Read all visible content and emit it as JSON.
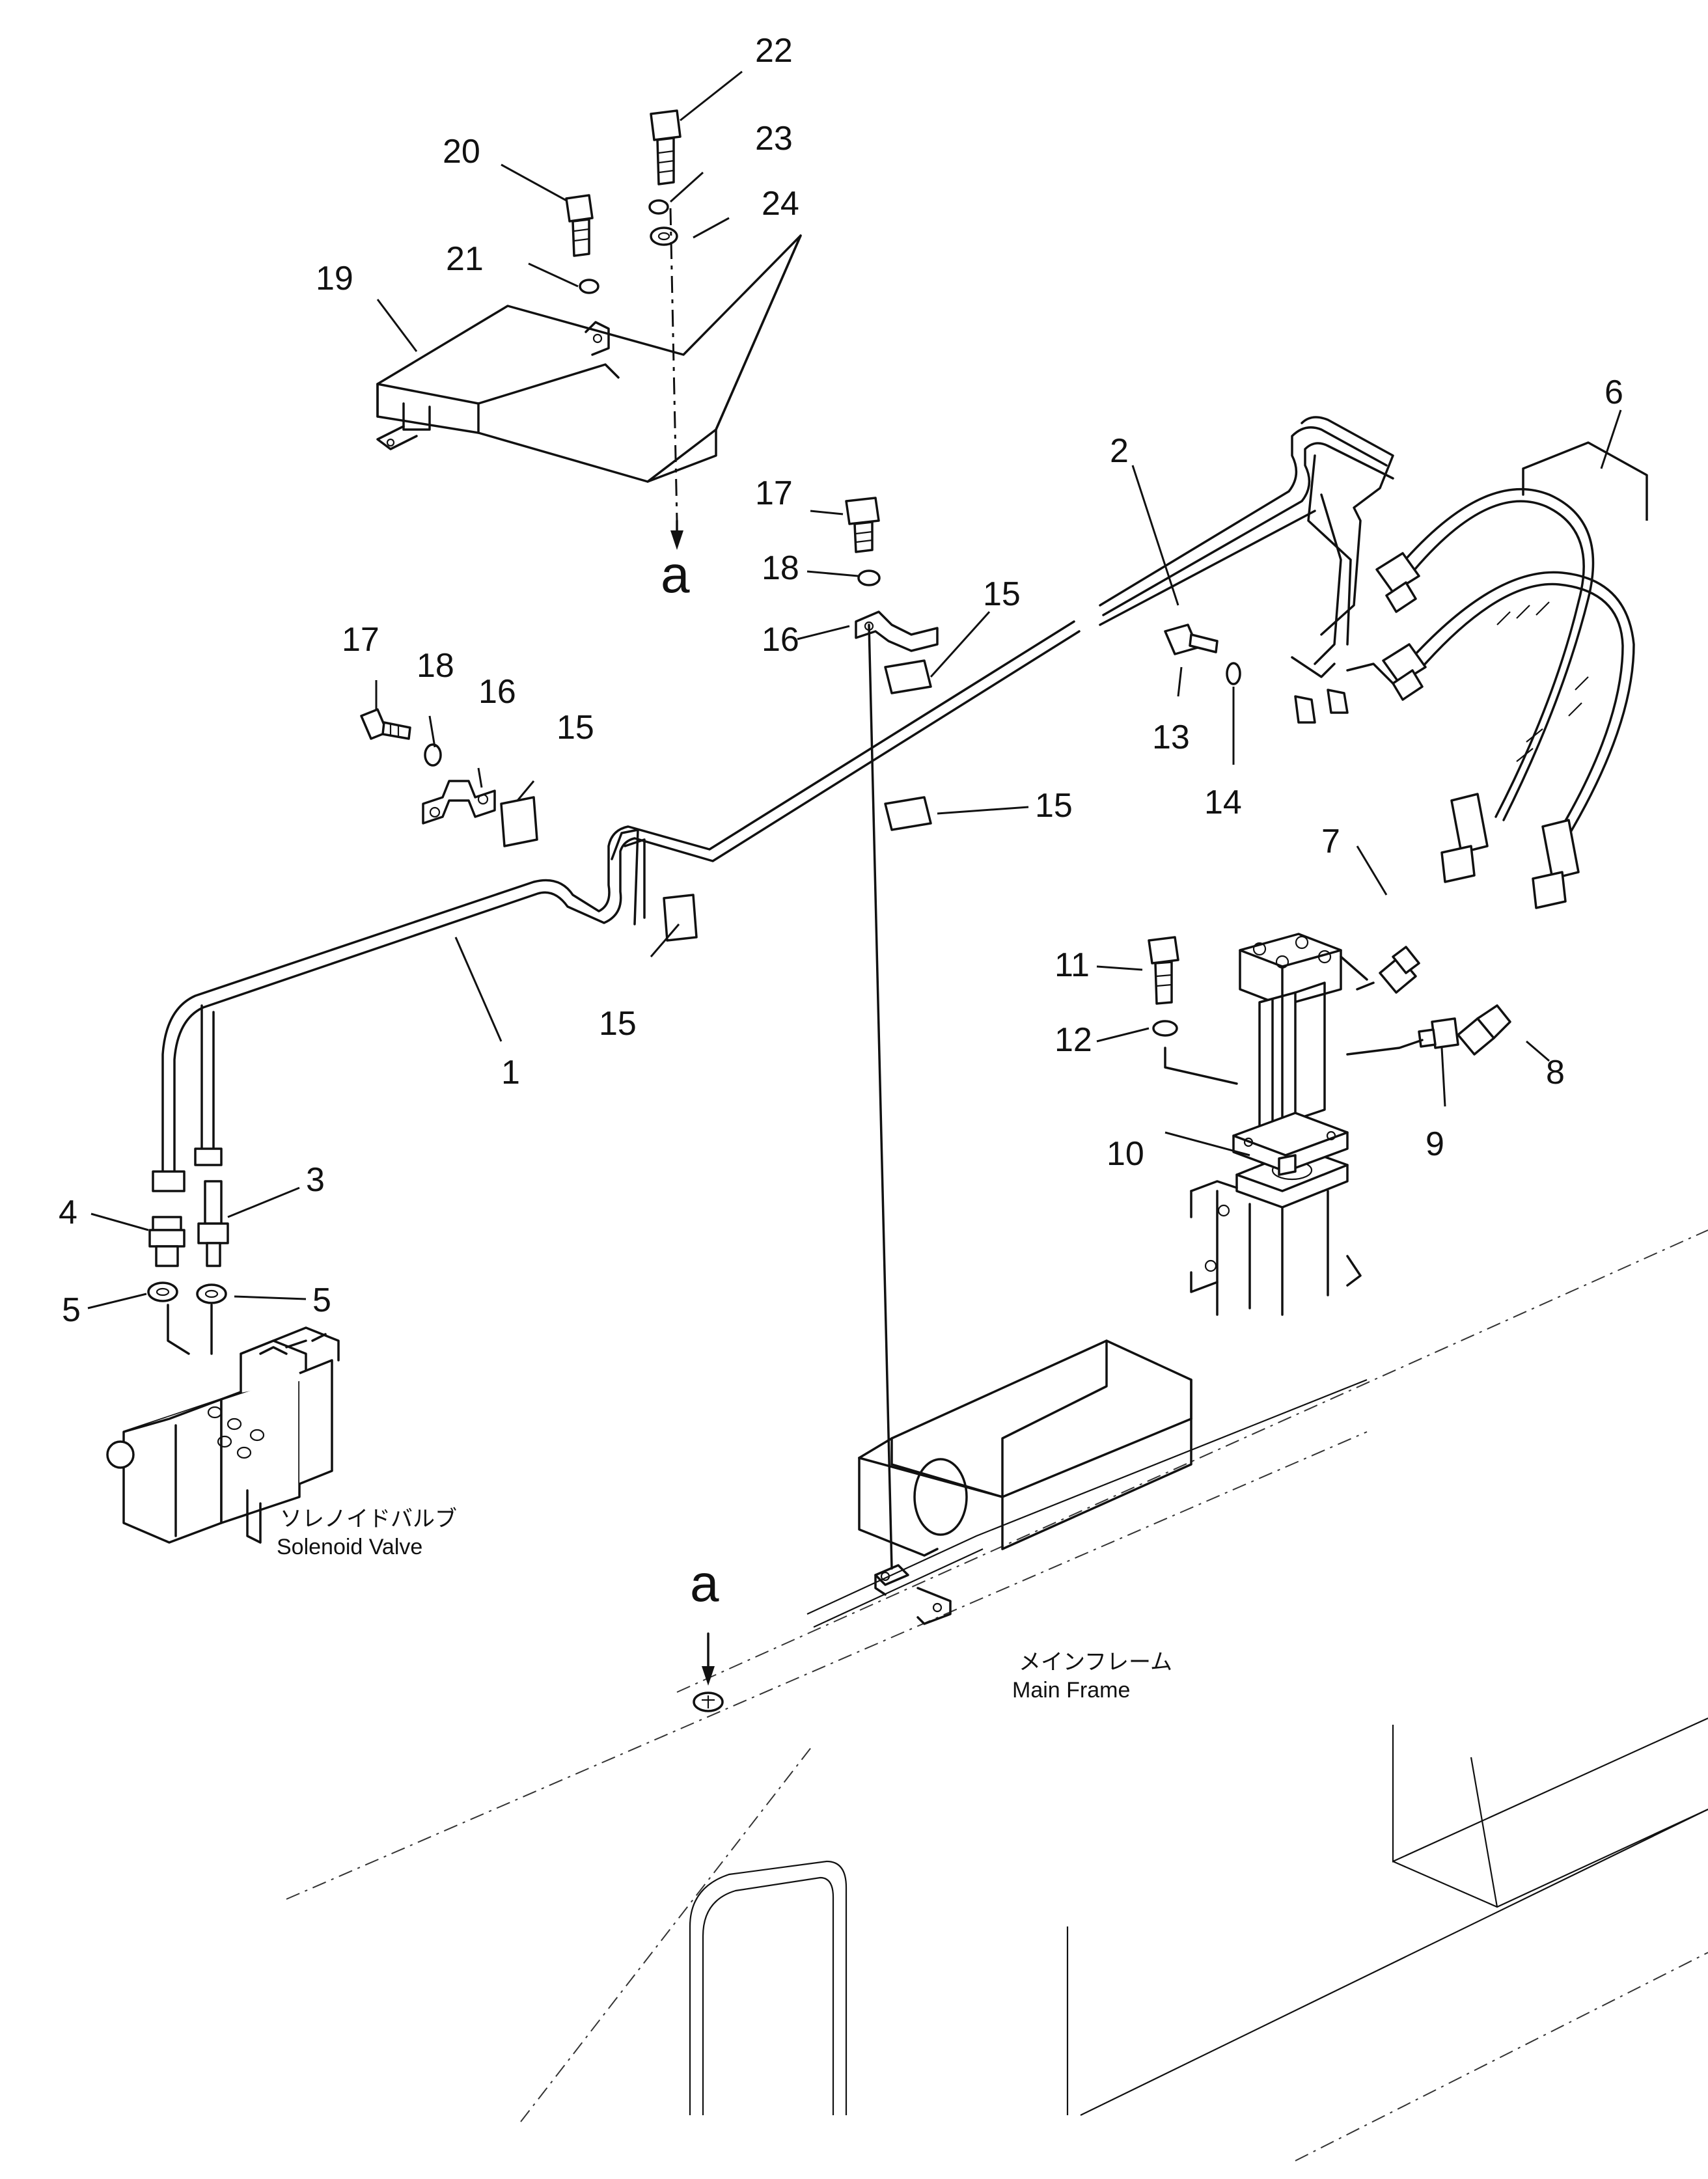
{
  "callouts": [
    {
      "id": "c1",
      "label": "1"
    },
    {
      "id": "c2",
      "label": "2"
    },
    {
      "id": "c3",
      "label": "3"
    },
    {
      "id": "c4",
      "label": "4"
    },
    {
      "id": "c5a",
      "label": "5"
    },
    {
      "id": "c5b",
      "label": "5"
    },
    {
      "id": "c6",
      "label": "6"
    },
    {
      "id": "c7",
      "label": "7"
    },
    {
      "id": "c8",
      "label": "8"
    },
    {
      "id": "c9",
      "label": "9"
    },
    {
      "id": "c10",
      "label": "10"
    },
    {
      "id": "c11",
      "label": "11"
    },
    {
      "id": "c12",
      "label": "12"
    },
    {
      "id": "c13",
      "label": "13"
    },
    {
      "id": "c14",
      "label": "14"
    },
    {
      "id": "c15a",
      "label": "15"
    },
    {
      "id": "c15b",
      "label": "15"
    },
    {
      "id": "c15c",
      "label": "15"
    },
    {
      "id": "c15d",
      "label": "15"
    },
    {
      "id": "c16a",
      "label": "16"
    },
    {
      "id": "c16b",
      "label": "16"
    },
    {
      "id": "c17a",
      "label": "17"
    },
    {
      "id": "c17b",
      "label": "17"
    },
    {
      "id": "c18a",
      "label": "18"
    },
    {
      "id": "c18b",
      "label": "18"
    },
    {
      "id": "c19",
      "label": "19"
    },
    {
      "id": "c20",
      "label": "20"
    },
    {
      "id": "c21",
      "label": "21"
    },
    {
      "id": "c22",
      "label": "22"
    },
    {
      "id": "c23",
      "label": "23"
    },
    {
      "id": "c24",
      "label": "24"
    }
  ],
  "reference_marks": {
    "top": "a",
    "bottom": "a"
  },
  "captions": {
    "solenoid_valve_jp": "ソレノイドバルブ",
    "solenoid_valve_en": "Solenoid Valve",
    "main_frame_jp": "メインフレーム",
    "main_frame_en": "Main Frame"
  }
}
